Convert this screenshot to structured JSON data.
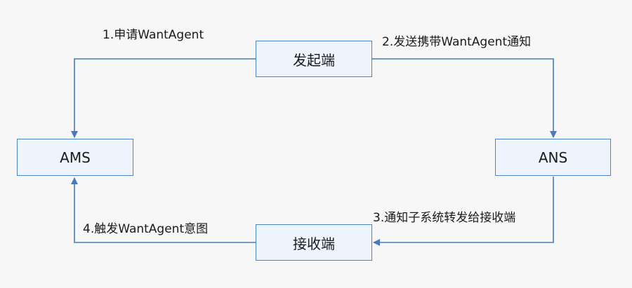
{
  "nodes": {
    "sender": "发起端",
    "ams": "AMS",
    "ans": "ANS",
    "receiver": "接收端"
  },
  "edges": {
    "e1": "1.申请WantAgent",
    "e2": "2.发送携带WantAgent通知",
    "e3": "3.通知子系统转发给接收端",
    "e4": "4.触发WantAgent意图"
  },
  "colors": {
    "line": "#4a78c0",
    "box_border": "#4a86c6",
    "box_fill": "#eef4fb"
  }
}
